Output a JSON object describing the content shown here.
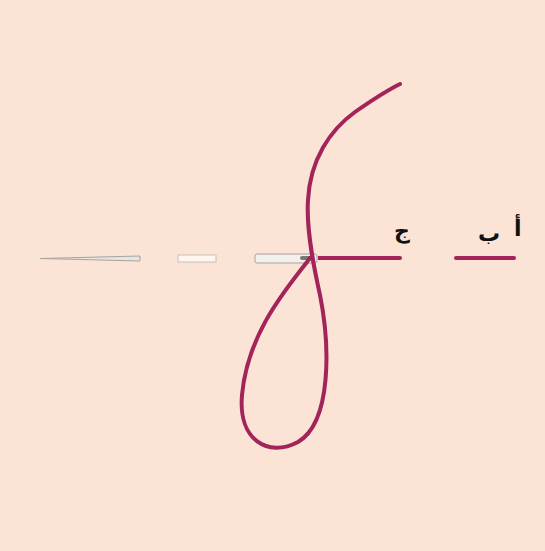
{
  "diagram": {
    "labels": [
      "أ",
      "ب",
      "ج"
    ]
  }
}
